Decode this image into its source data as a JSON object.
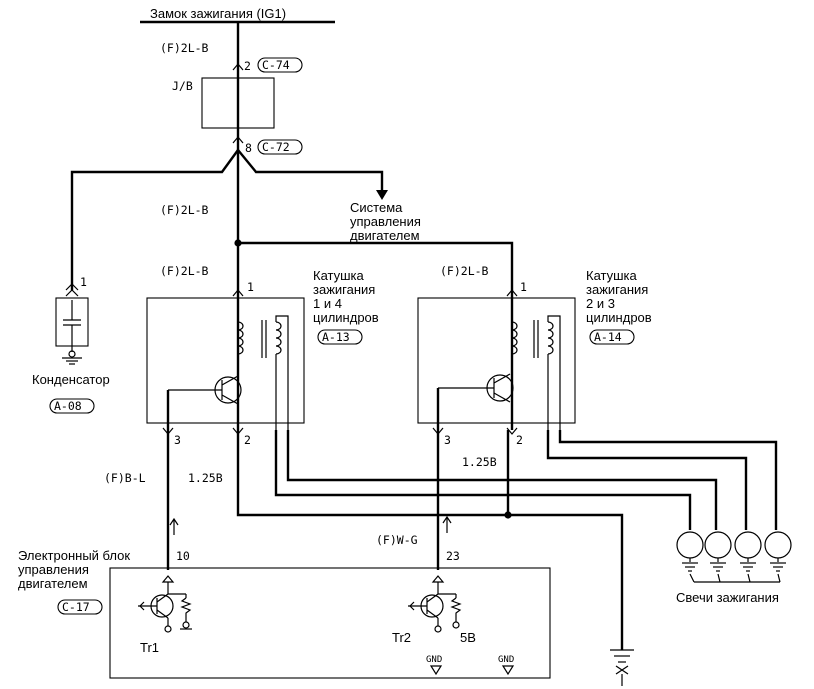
{
  "labels": {
    "ignition_switch": "Замок зажигания (IG1)",
    "wire_2lb_top": "(F)2L-B",
    "wire_2lb_mid": "(F)2L-B",
    "wire_2lb_left": "(F)2L-B",
    "wire_2lb_right": "(F)2L-B",
    "pin_2": "2",
    "conn_c74": "C-74",
    "junction_block": "J/B",
    "pin_8": "8",
    "conn_c72": "C-72",
    "ecs_line1": "Система",
    "ecs_line2": "управления",
    "ecs_line3": "двигателем",
    "pin_cap_1": "1",
    "capacitor": "Конденсатор",
    "conn_a08": "A-08",
    "coil1_pin1": "1",
    "coil1_line1": "Катушка",
    "coil1_line2": "зажигания",
    "coil1_line3": "1 и 4",
    "coil1_line4": "цилиндров",
    "conn_a13": "A-13",
    "coil2_pin1": "1",
    "coil2_line1": "Катушка",
    "coil2_line2": "зажигания",
    "coil2_line3": "2 и 3",
    "coil2_line4": "цилиндров",
    "conn_a14": "A-14",
    "coil1_pin3": "3",
    "coil1_pin2": "2",
    "coil2_pin3": "3",
    "coil2_pin2": "2",
    "wire_bl": "(F)B-L",
    "wire_125b_left": "1.25B",
    "wire_125b_right": "1.25B",
    "wire_wg": "(F)W-G",
    "pin_10": "10",
    "pin_23": "23",
    "ecu_line1": "Электронный блок",
    "ecu_line2": "управления",
    "ecu_line3": "двигателем",
    "conn_c17": "C-17",
    "tr1": "Tr1",
    "tr2": "Tr2",
    "five_b": "5B",
    "gnd1": "GND",
    "gnd2": "GND",
    "spark_plugs": "Свечи зажигания"
  },
  "icons": {
    "capacitor": "capacitor-icon",
    "transistor": "transistor-icon",
    "coil": "coil-icon",
    "spark_plug": "spark-plug-icon",
    "ground": "ground-icon"
  }
}
